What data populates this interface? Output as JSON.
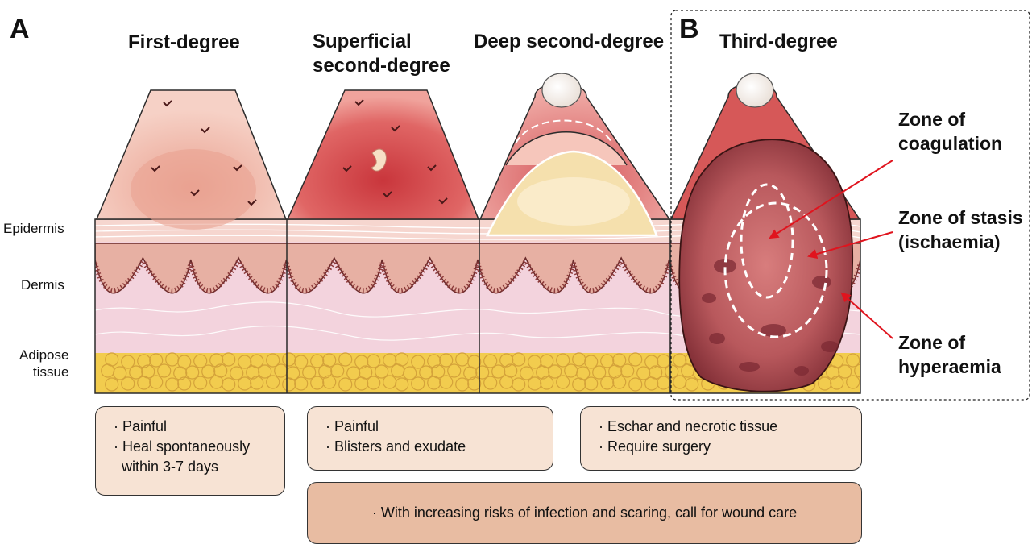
{
  "panels": {
    "a": "A",
    "b": "B"
  },
  "columns": [
    {
      "title_lines": [
        "First-degree"
      ]
    },
    {
      "title_lines": [
        "Superficial",
        "second-degree"
      ]
    },
    {
      "title_lines": [
        "Deep second-degree"
      ]
    },
    {
      "title_lines": [
        "Third-degree"
      ]
    }
  ],
  "layers": {
    "epidermis": "Epidermis",
    "dermis": "Dermis",
    "adipose": [
      "Adipose",
      "tissue"
    ]
  },
  "zones": {
    "coagulation": [
      "Zone of",
      "coagulation"
    ],
    "stasis": [
      "Zone of stasis",
      "(ischaemia)"
    ],
    "hyperaemia": [
      "Zone of",
      "hyperaemia"
    ]
  },
  "boxes": {
    "first": [
      "· Painful",
      "· Heal spontaneously",
      "  within 3-7 days"
    ],
    "superficial": [
      "· Painful",
      "· Blisters and exudate"
    ],
    "deep_third": [
      "· Eschar and necrotic tissue",
      "· Require surgery"
    ],
    "shared": [
      "· With increasing risks of infection and scaring, call for wound care"
    ]
  },
  "colors": {
    "adipose": "#f2cc4e",
    "dermis_band": "#e7b0a3",
    "dermis_lower": "#f3d3dd",
    "first_degree_skin": "#f2c6bb",
    "second_degree_skin": "#e06665",
    "blister": "#f5e0ad",
    "eschar": "#b8585c",
    "arrow": "#e0141e",
    "box_light": "#f7e3d4",
    "box_dark": "#e8bca2"
  }
}
